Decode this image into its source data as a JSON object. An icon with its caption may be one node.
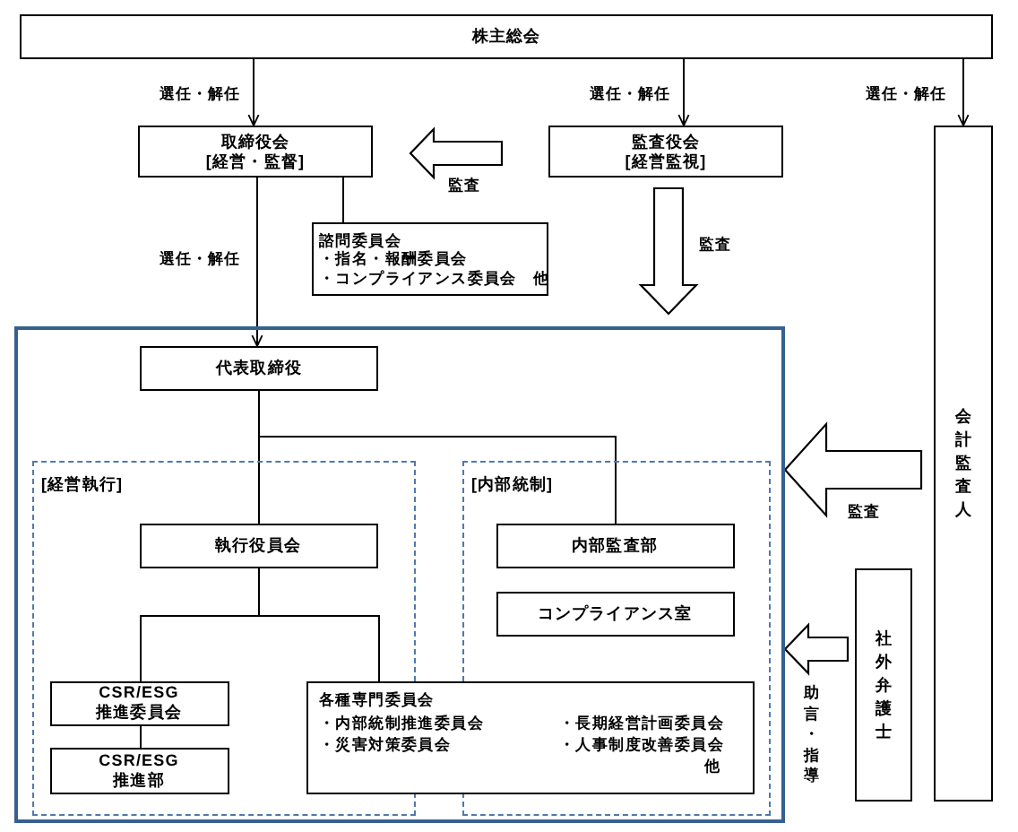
{
  "diagram": {
    "nodes": [
      {
        "text": [
          "株主総会"
        ]
      },
      {
        "text": [
          "取締役会",
          "[経営・監督]"
        ]
      },
      {
        "text": [
          "監査役会",
          "[経営監視]"
        ]
      },
      {
        "text": [
          "会計監査人"
        ]
      },
      {
        "text": [
          "諮問委員会",
          "・指名・報酬委員会",
          "・コンプライアンス委員会　他"
        ]
      },
      {
        "text": [],
        "shape": "box"
      },
      {
        "text": [
          "代表取締役"
        ],
        "in": 5
      },
      {
        "text": [
          "[経営執行]"
        ],
        "in": 5
      },
      {
        "text": [
          "[内部統制]"
        ],
        "in": 5
      },
      {
        "text": [
          "執行役員会"
        ],
        "in": 7
      },
      {
        "text": [
          "内部監査部"
        ],
        "in": 8
      },
      {
        "text": [
          "コンプライアンス室"
        ],
        "in": 8
      },
      {
        "text": [
          "社外弁護士"
        ]
      },
      {
        "text": [
          "CSR/ESG推進委員会"
        ],
        "in": 7
      },
      {
        "text": [
          "各種専門委員会",
          "・内部統制推進委員会",
          "・長期経営計画委員会",
          "・災害対策委員会",
          "・人事制度改善委員会",
          "他"
        ],
        "in": 5
      },
      {
        "text": [
          "CSR/ESG推進部"
        ],
        "in": 7
      }
    ],
    "edges": [
      {
        "from": 0,
        "to": 1,
        "arrow": "to",
        "label": "選任・解任"
      },
      {
        "from": 0,
        "to": 2,
        "arrow": "to",
        "label": "選任・解任"
      },
      {
        "from": 0,
        "to": 3,
        "arrow": "to",
        "label": "選任・解任"
      },
      {
        "from": 2,
        "to": 1,
        "arrow": "to",
        "label": "監査",
        "style": "thick"
      },
      {
        "from": 1,
        "to": 4,
        "arrow": "none"
      },
      {
        "from": 1,
        "to": 6,
        "arrow": "to",
        "label": "選任・解任"
      },
      {
        "from": 2,
        "to": 5,
        "arrow": "to",
        "label": "監査",
        "style": "thick"
      },
      {
        "from": 6,
        "to": 9,
        "arrow": "none"
      },
      {
        "from": 6,
        "to": 10,
        "arrow": "none"
      },
      {
        "from": 3,
        "to": 5,
        "arrow": "to",
        "label": "監査",
        "style": "thick"
      },
      {
        "from": 12,
        "to": 5,
        "arrow": "to",
        "label": "助言・指導",
        "style": "thick"
      },
      {
        "from": 9,
        "to": 13,
        "arrow": "none"
      },
      {
        "from": 9,
        "to": 14,
        "arrow": "none"
      },
      {
        "from": 13,
        "to": 15,
        "arrow": "none"
      }
    ]
  }
}
